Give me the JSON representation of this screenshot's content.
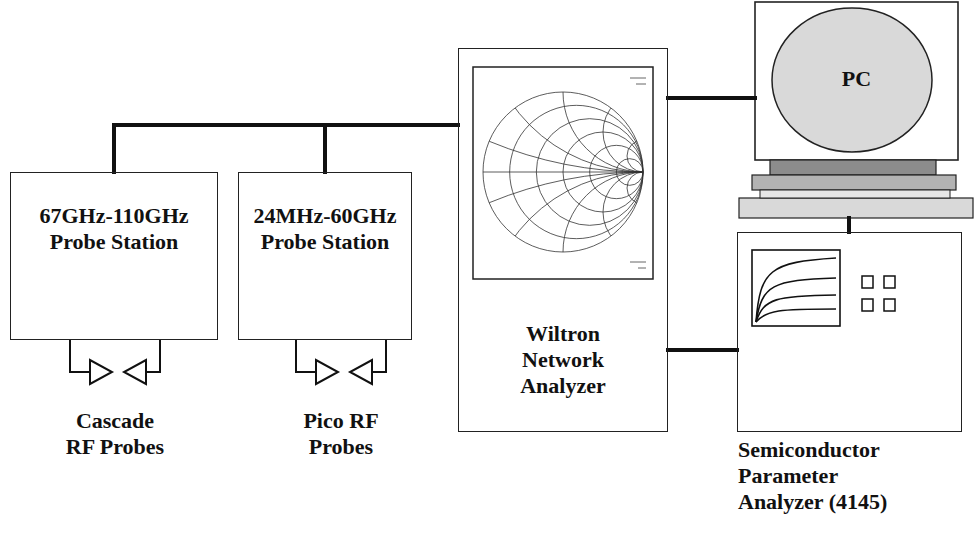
{
  "diagram": {
    "nodes": [
      {
        "text": [
          "67GHz-110GHz Probe Station"
        ]
      },
      {
        "text": [
          "24MHz-60GHz Probe Station"
        ]
      },
      {
        "text": [
          "Wiltron Network Analyzer"
        ]
      },
      {
        "text": [
          "PC"
        ]
      },
      {
        "text": [
          "Semiconductor Parameter Analyzer (4145)"
        ]
      }
    ],
    "edges": [
      {
        "from": 0,
        "to": 2,
        "arrow": "none"
      },
      {
        "from": 1,
        "to": 2,
        "arrow": "none"
      },
      {
        "from": 2,
        "to": 3,
        "arrow": "none"
      },
      {
        "from": 2,
        "to": 4,
        "arrow": "none"
      },
      {
        "from": 3,
        "to": 4,
        "arrow": "none"
      }
    ],
    "labels": [
      "Cascade RF Probes",
      "Pico RF Probes"
    ]
  }
}
